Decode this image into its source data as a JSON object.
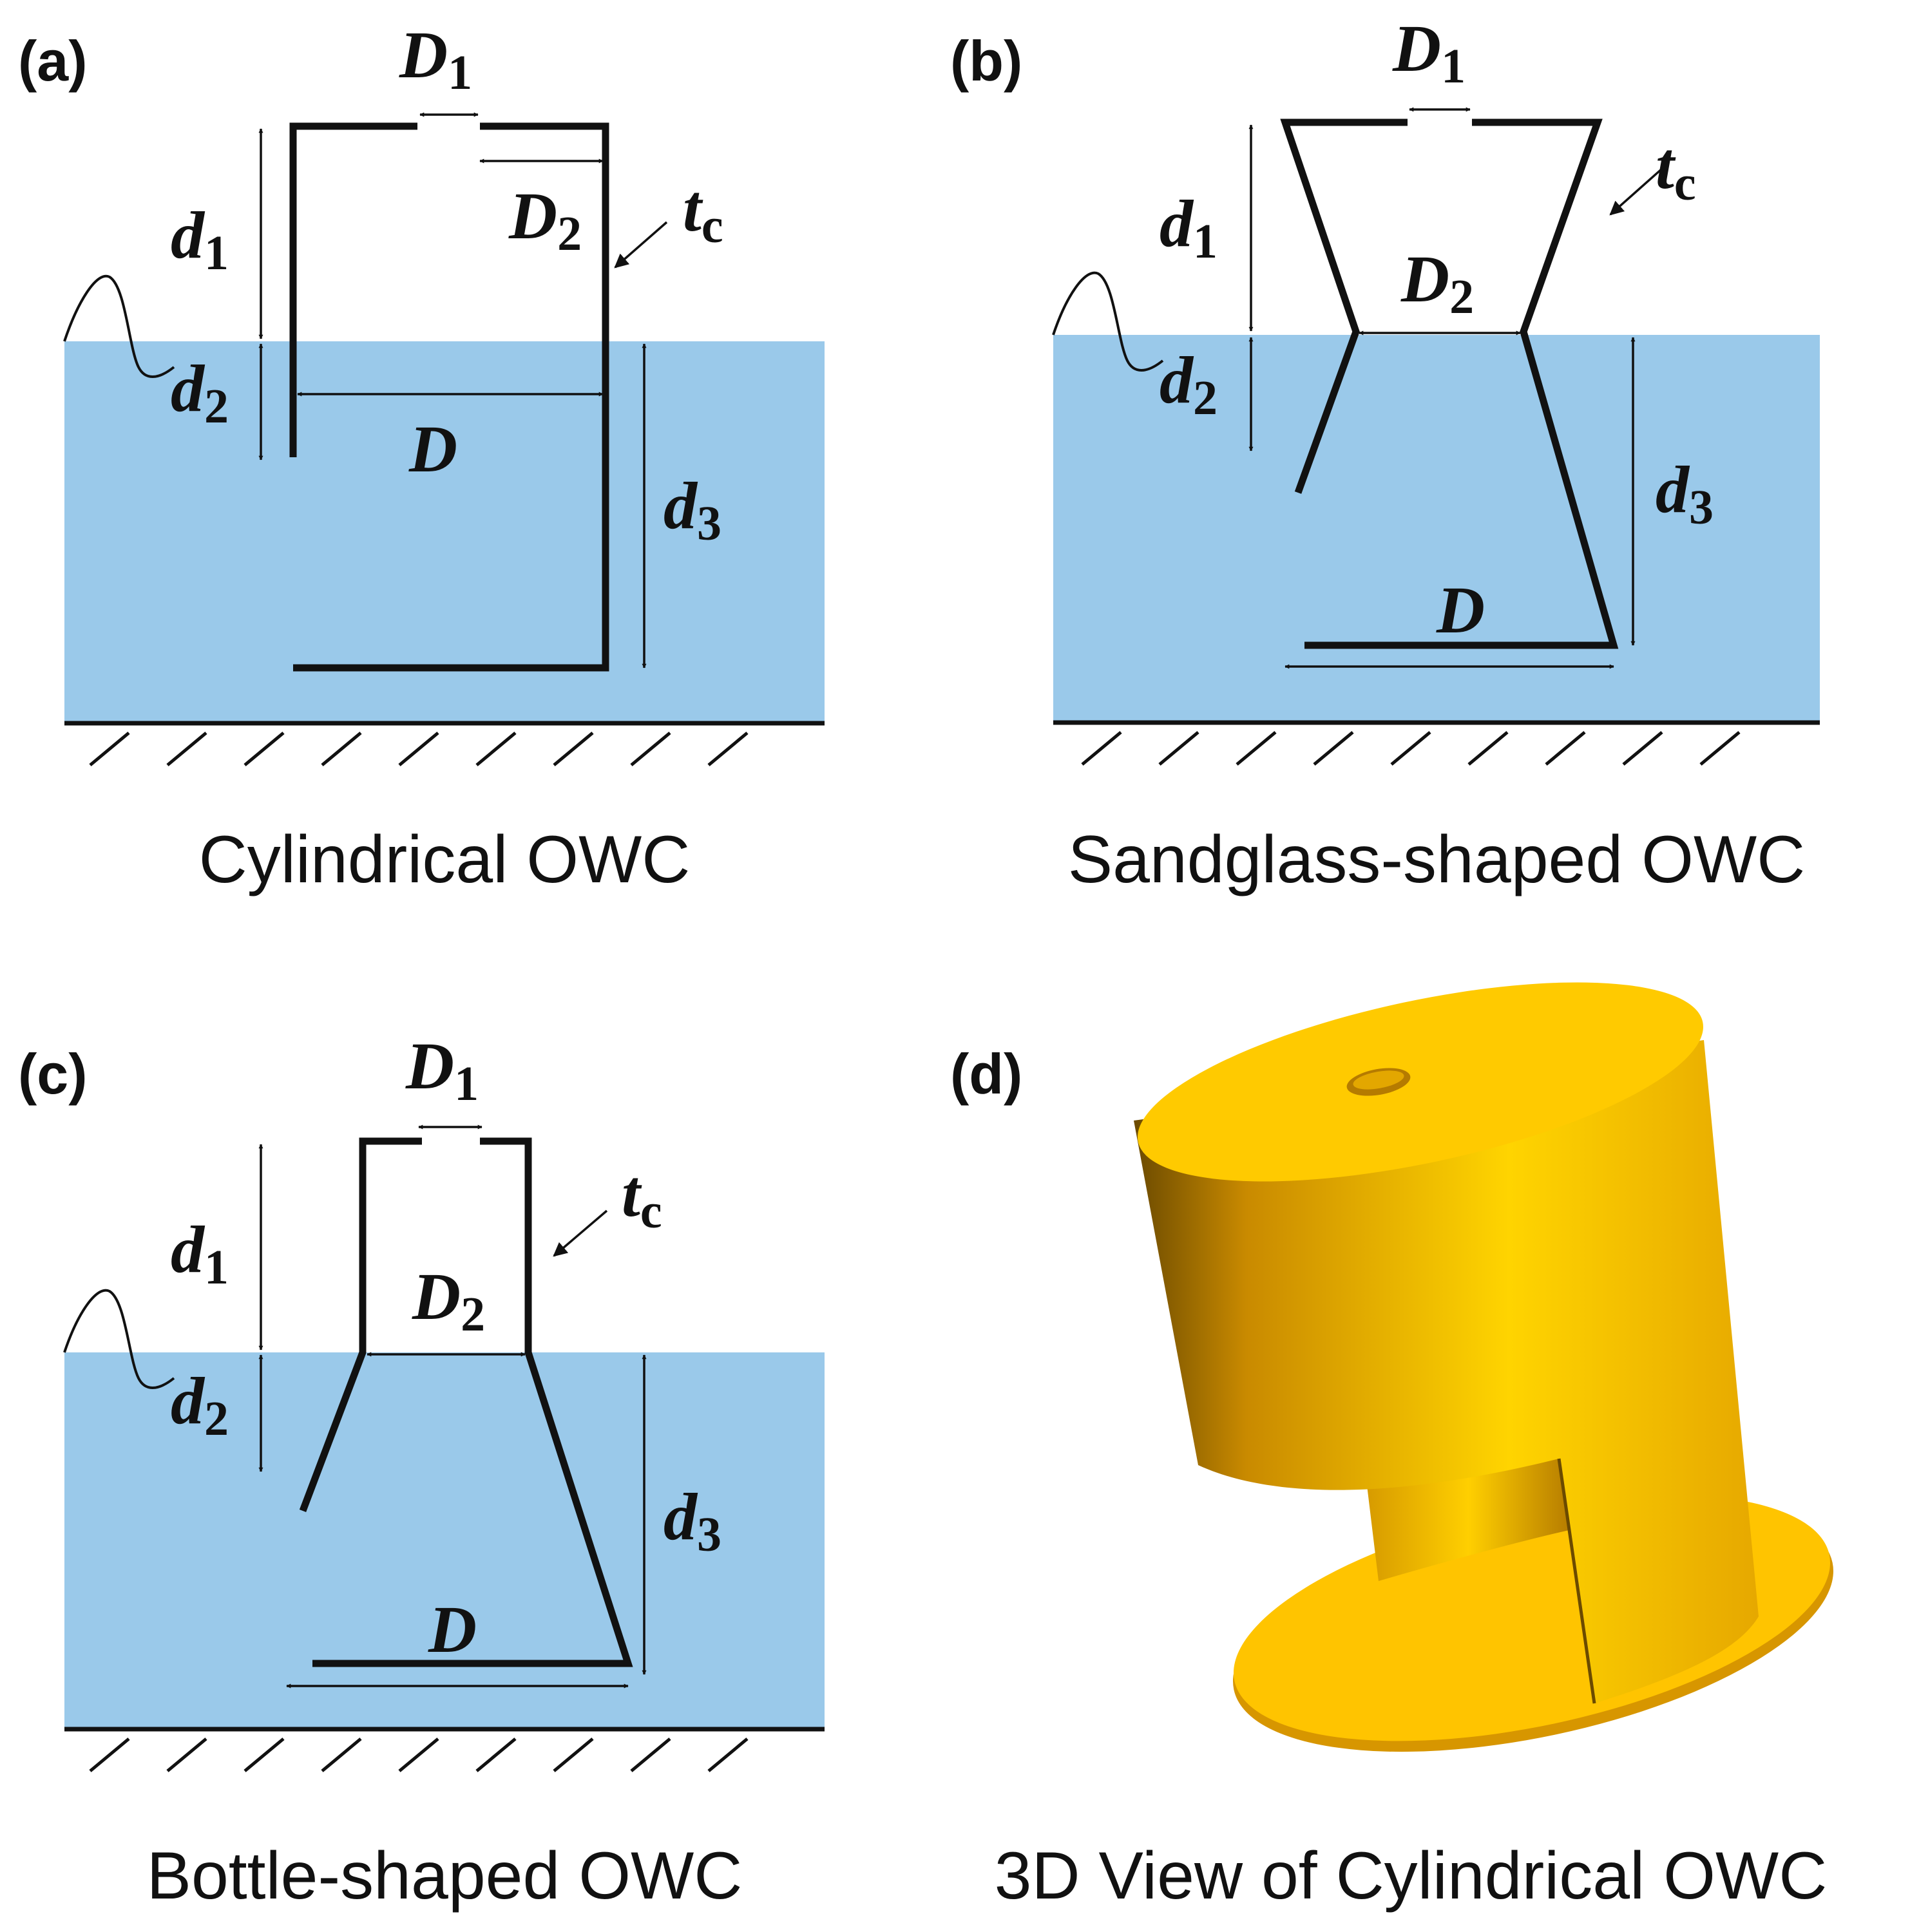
{
  "colors": {
    "water": "#9ac9ea",
    "structure": "#111111",
    "model_light": "#ffd400",
    "model_dark": "#c98a00"
  },
  "panels": [
    {
      "id": "a",
      "label": "(a)",
      "caption": "Cylindrical OWC",
      "symbols": {
        "D1": {
          "base": "D",
          "sub": "1"
        },
        "D2": {
          "base": "D",
          "sub": "2"
        },
        "tc": {
          "base": "t",
          "sub": "c"
        },
        "d1": {
          "base": "d",
          "sub": "1"
        },
        "d2": {
          "base": "d",
          "sub": "2"
        },
        "d3": {
          "base": "d",
          "sub": "3"
        },
        "D": {
          "base": "D"
        }
      }
    },
    {
      "id": "b",
      "label": "(b)",
      "caption": "Sandglass-shaped OWC",
      "symbols": {
        "D1": {
          "base": "D",
          "sub": "1"
        },
        "D2": {
          "base": "D",
          "sub": "2"
        },
        "tc": {
          "base": "t",
          "sub": "c"
        },
        "d1": {
          "base": "d",
          "sub": "1"
        },
        "d2": {
          "base": "d",
          "sub": "2"
        },
        "d3": {
          "base": "d",
          "sub": "3"
        },
        "D": {
          "base": "D"
        }
      }
    },
    {
      "id": "c",
      "label": "(c)",
      "caption": "Bottle-shaped OWC",
      "symbols": {
        "D1": {
          "base": "D",
          "sub": "1"
        },
        "D2": {
          "base": "D",
          "sub": "2"
        },
        "tc": {
          "base": "t",
          "sub": "c"
        },
        "d1": {
          "base": "d",
          "sub": "1"
        },
        "d2": {
          "base": "d",
          "sub": "2"
        },
        "d3": {
          "base": "d",
          "sub": "3"
        },
        "D": {
          "base": "D"
        }
      }
    },
    {
      "id": "d",
      "label": "(d)",
      "caption": "3D View of Cylindrical OWC"
    }
  ]
}
